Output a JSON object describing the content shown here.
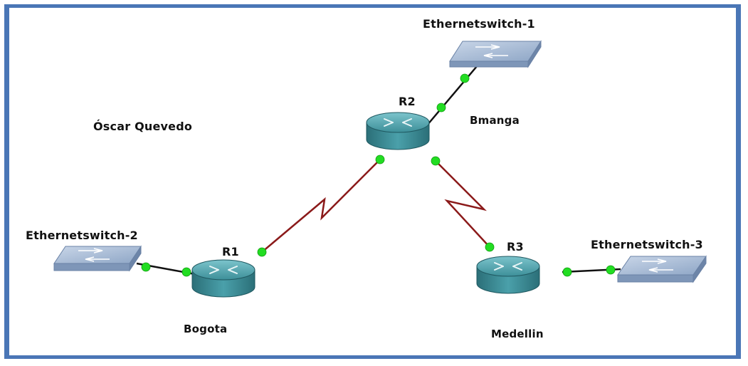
{
  "author": "Óscar Quevedo",
  "routers": {
    "r1": {
      "name": "R1",
      "location": "Bogota"
    },
    "r2": {
      "name": "R2",
      "location": "Bmanga"
    },
    "r3": {
      "name": "R3",
      "location": "Medellin"
    }
  },
  "switches": {
    "sw1": {
      "name": "Ethernetswitch-1"
    },
    "sw2": {
      "name": "Ethernetswitch-2"
    },
    "sw3": {
      "name": "Ethernetswitch-3"
    }
  },
  "colors": {
    "frame": "#4a76b6",
    "serial_link": "#8b1a1a",
    "ethernet_link": "#111111",
    "port_up": "#22dd22",
    "router_body": "#3b8a94",
    "switch_body": "#8fa8c8"
  },
  "links": [
    {
      "from": "R1",
      "to": "R2",
      "type": "serial"
    },
    {
      "from": "R2",
      "to": "R3",
      "type": "serial"
    },
    {
      "from": "R1",
      "to": "Ethernetswitch-2",
      "type": "ethernet"
    },
    {
      "from": "R2",
      "to": "Ethernetswitch-1",
      "type": "ethernet"
    },
    {
      "from": "R3",
      "to": "Ethernetswitch-3",
      "type": "ethernet"
    }
  ]
}
